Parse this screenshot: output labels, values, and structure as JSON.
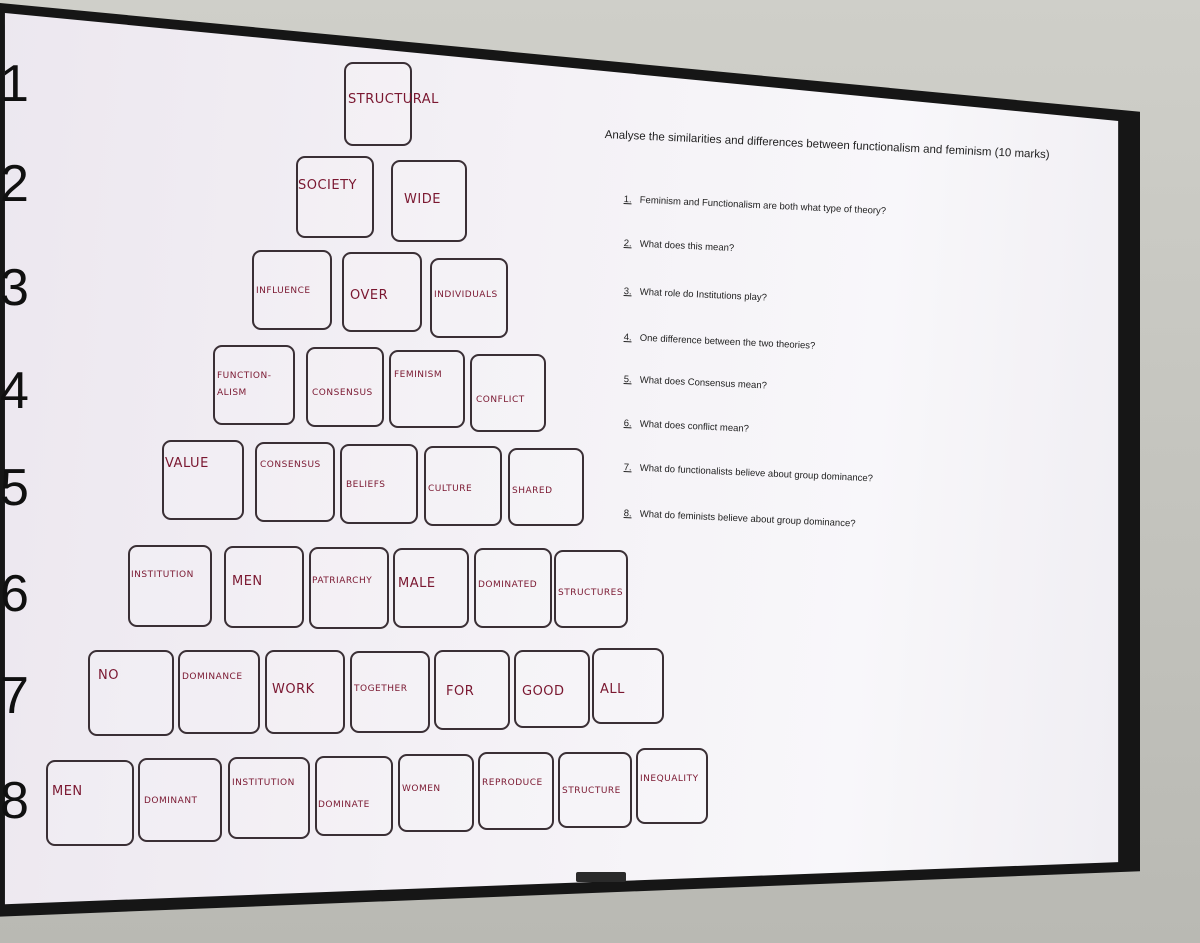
{
  "row_numbers": [
    "1",
    "2",
    "3",
    "4",
    "5",
    "6",
    "7",
    "8"
  ],
  "pyramid": {
    "row1": [
      "STRUCTURAL"
    ],
    "row2": [
      "SOCIETY",
      "WIDE"
    ],
    "row3": [
      "INFLUENCE",
      "OVER",
      "INDIVIDUALS"
    ],
    "row4": [
      "FUNCTION-ALISM",
      "CONSENSUS",
      "FEMINISM",
      "CONFLICT"
    ],
    "row5": [
      "VALUE",
      "CONSENSUS",
      "BELIEFS",
      "CULTURE",
      "SHARED"
    ],
    "row6": [
      "INSTITUTION",
      "MEN",
      "PATRIARCHY",
      "MALE",
      "DOMINATED",
      "STRUCTURES"
    ],
    "row7": [
      "NO",
      "DOMINANCE",
      "WORK",
      "TOGETHER",
      "FOR",
      "GOOD",
      "ALL"
    ],
    "row8": [
      "MEN",
      "DOMINANT",
      "INSTITUTION",
      "DOMINATE",
      "WOMEN",
      "REPRODUCE",
      "STRUCTURE",
      "INEQUALITY"
    ]
  },
  "question": {
    "title": "Analyse the similarities and differences between functionalism and feminism (10 marks)",
    "items": [
      {
        "num": "1.",
        "text": "Feminism and Functionalism are both what type of theory?"
      },
      {
        "num": "2.",
        "text": "What does this mean?"
      },
      {
        "num": "3.",
        "text": "What role do Institutions play?"
      },
      {
        "num": "4.",
        "text": "One difference between the two theories?"
      },
      {
        "num": "5.",
        "text": "What does Consensus mean?"
      },
      {
        "num": "6.",
        "text": "What does conflict mean?"
      },
      {
        "num": "7.",
        "text": "What do functionalists believe about group dominance?"
      },
      {
        "num": "8.",
        "text": "What do feminists believe about group dominance?"
      }
    ]
  },
  "colors": {
    "marker": "#7a1730",
    "tile_border": "#3a2f35",
    "screen": "#f3f0f5",
    "bezel": "#161616",
    "wall": "#c7c7c1"
  }
}
